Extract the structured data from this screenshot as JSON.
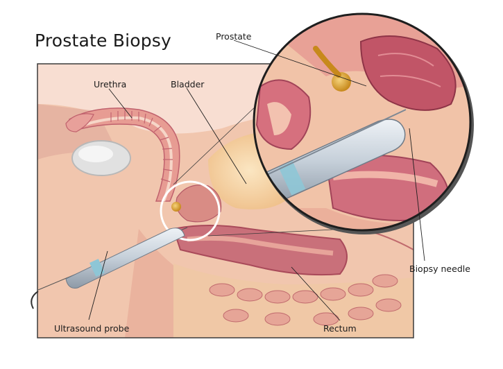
{
  "title": "Prostate Biopsy",
  "labels": {
    "prostate": "Prostate",
    "urethra": "Urethra",
    "bladder": "Bladder",
    "biopsy_needle": "Biopsy needle",
    "ultrasound_probe": "Ultrasound probe",
    "rectum": "Rectum"
  },
  "colors": {
    "background_panel": "#f7ddd1",
    "skin": "#f3c7b0",
    "tissue_pink": "#e7a59a",
    "tissue_dark": "#b4596a",
    "bladder": "#f2c893",
    "prostate_gland": "#d99a2a",
    "probe": "#c9d3dd"
  }
}
